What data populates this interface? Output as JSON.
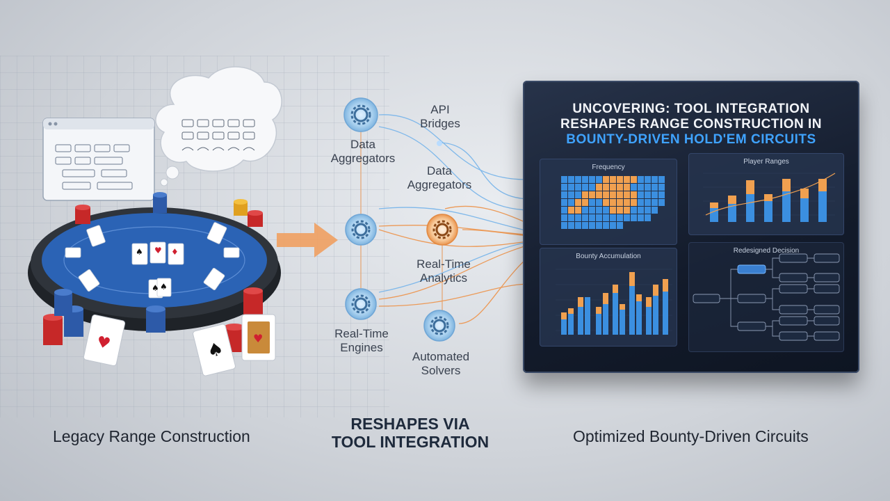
{
  "left": {
    "caption": "Legacy Range Construction"
  },
  "center": {
    "caption_line1": "RESHAPES VIA",
    "caption_line2": "TOOL INTEGRATION",
    "nodes": {
      "api_bridges": [
        "API",
        "Bridges"
      ],
      "data_aggregators_left": [
        "Data",
        "Aggregators"
      ],
      "data_aggregators_right": [
        "Data",
        "Aggregators"
      ],
      "real_time_analytics": [
        "Real-Time",
        "Analytics"
      ],
      "real_time_engines": [
        "Real-Time",
        "Engines"
      ],
      "automated_solvers": [
        "Automated",
        "Solvers"
      ]
    }
  },
  "right": {
    "caption": "Optimized Bounty-Driven Circuits",
    "dashboard": {
      "title_line1": "UNCOVERING: TOOL INTEGRATION",
      "title_line2": "RESHAPES RANGE CONSTRUCTION IN",
      "title_line3": "BOUNTY-DRIVEN HOLD'EM CIRCUITS",
      "panels": {
        "frequency": "Frequency",
        "player_ranges": "Player Ranges",
        "bounty_accumulation": "Bounty Accumulation",
        "decision": "Redesigned Decision"
      }
    }
  },
  "colors": {
    "blue": "#3b8fe0",
    "orange": "#f0a050",
    "dash_bg": "#141c2c",
    "title_white": "#f2f4f8",
    "title_blue": "#3fa3ff"
  }
}
